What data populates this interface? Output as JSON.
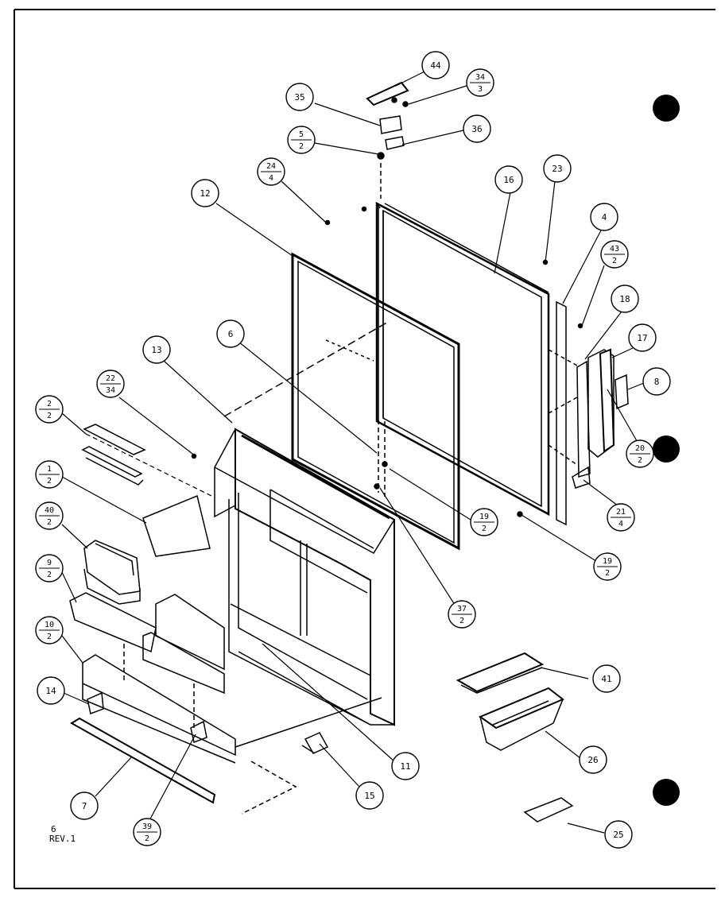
{
  "diagram": {
    "callouts": {
      "c44": "44",
      "c34": {
        "top": "34",
        "bottom": "3"
      },
      "c35": "35",
      "c36": "36",
      "c5": {
        "top": "5",
        "bottom": "2"
      },
      "c24": {
        "top": "24",
        "bottom": "4"
      },
      "c12": "12",
      "c16": "16",
      "c23": "23",
      "c4": "4",
      "c43": {
        "top": "43",
        "bottom": "2"
      },
      "c18": "18",
      "c17": "17",
      "c8": "8",
      "c20": {
        "top": "20",
        "bottom": "2"
      },
      "c21": {
        "top": "21",
        "bottom": "4"
      },
      "c13": "13",
      "c6": "6",
      "c22": {
        "top": "22",
        "bottom": "34"
      },
      "c2": {
        "top": "2",
        "bottom": "2"
      },
      "c1": {
        "top": "1",
        "bottom": "2"
      },
      "c40": {
        "top": "40",
        "bottom": "2"
      },
      "c9": {
        "top": "9",
        "bottom": "2"
      },
      "c10": {
        "top": "10",
        "bottom": "2"
      },
      "c14": "14",
      "c7": "7",
      "c39": {
        "top": "39",
        "bottom": "2"
      },
      "c15": "15",
      "c11": "11",
      "c19a": {
        "top": "19",
        "bottom": "2"
      },
      "c19b": {
        "top": "19",
        "bottom": "2"
      },
      "c37": {
        "top": "37",
        "bottom": "2"
      },
      "c41": "41",
      "c26": "26",
      "c25": "25"
    },
    "footer": {
      "line1": "6",
      "line2": "REV.1"
    }
  }
}
